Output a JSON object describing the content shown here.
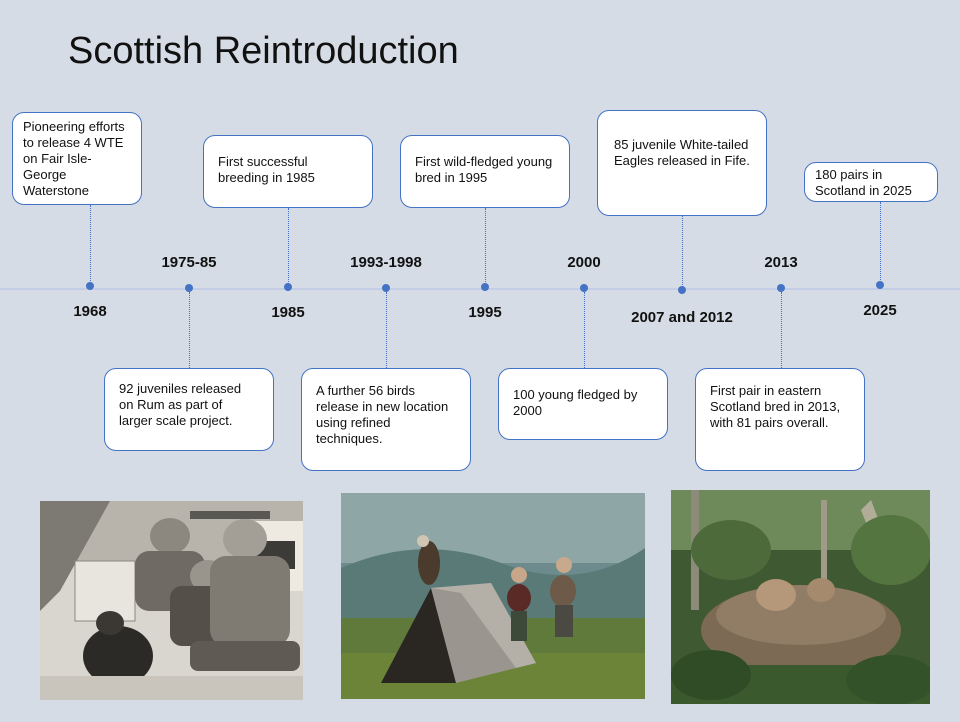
{
  "title": "Scottish Reintroduction",
  "events": [
    {
      "year": "1968",
      "text": "Pioneering efforts to release 4 WTE on Fair Isle-George Waterstone"
    },
    {
      "year": "1975-85",
      "text": "92 juveniles released on Rum as part of larger scale project."
    },
    {
      "year": "1985",
      "text": "First successful breeding in 1985"
    },
    {
      "year": "1993-1998",
      "text": "A further 56 birds release in new location using refined techniques."
    },
    {
      "year": "1995",
      "text": "First wild-fledged young bred in 1995"
    },
    {
      "year": "2000",
      "text": "100 young fledged by 2000"
    },
    {
      "year": "2007 and 2012",
      "text": "85 juvenile White-tailed Eagles released in Fife."
    },
    {
      "year": "2013",
      "text": "First pair in eastern Scotland bred in 2013, with 81 pairs overall."
    },
    {
      "year": "2025",
      "text": "180 pairs in Scotland in 2025"
    }
  ],
  "photos": [
    {
      "name": "historic-release-photo"
    },
    {
      "name": "hack-shelter-photo"
    },
    {
      "name": "eagle-nest-photo"
    }
  ],
  "colors": {
    "background": "#d6dce5",
    "accent": "#4472c4"
  }
}
